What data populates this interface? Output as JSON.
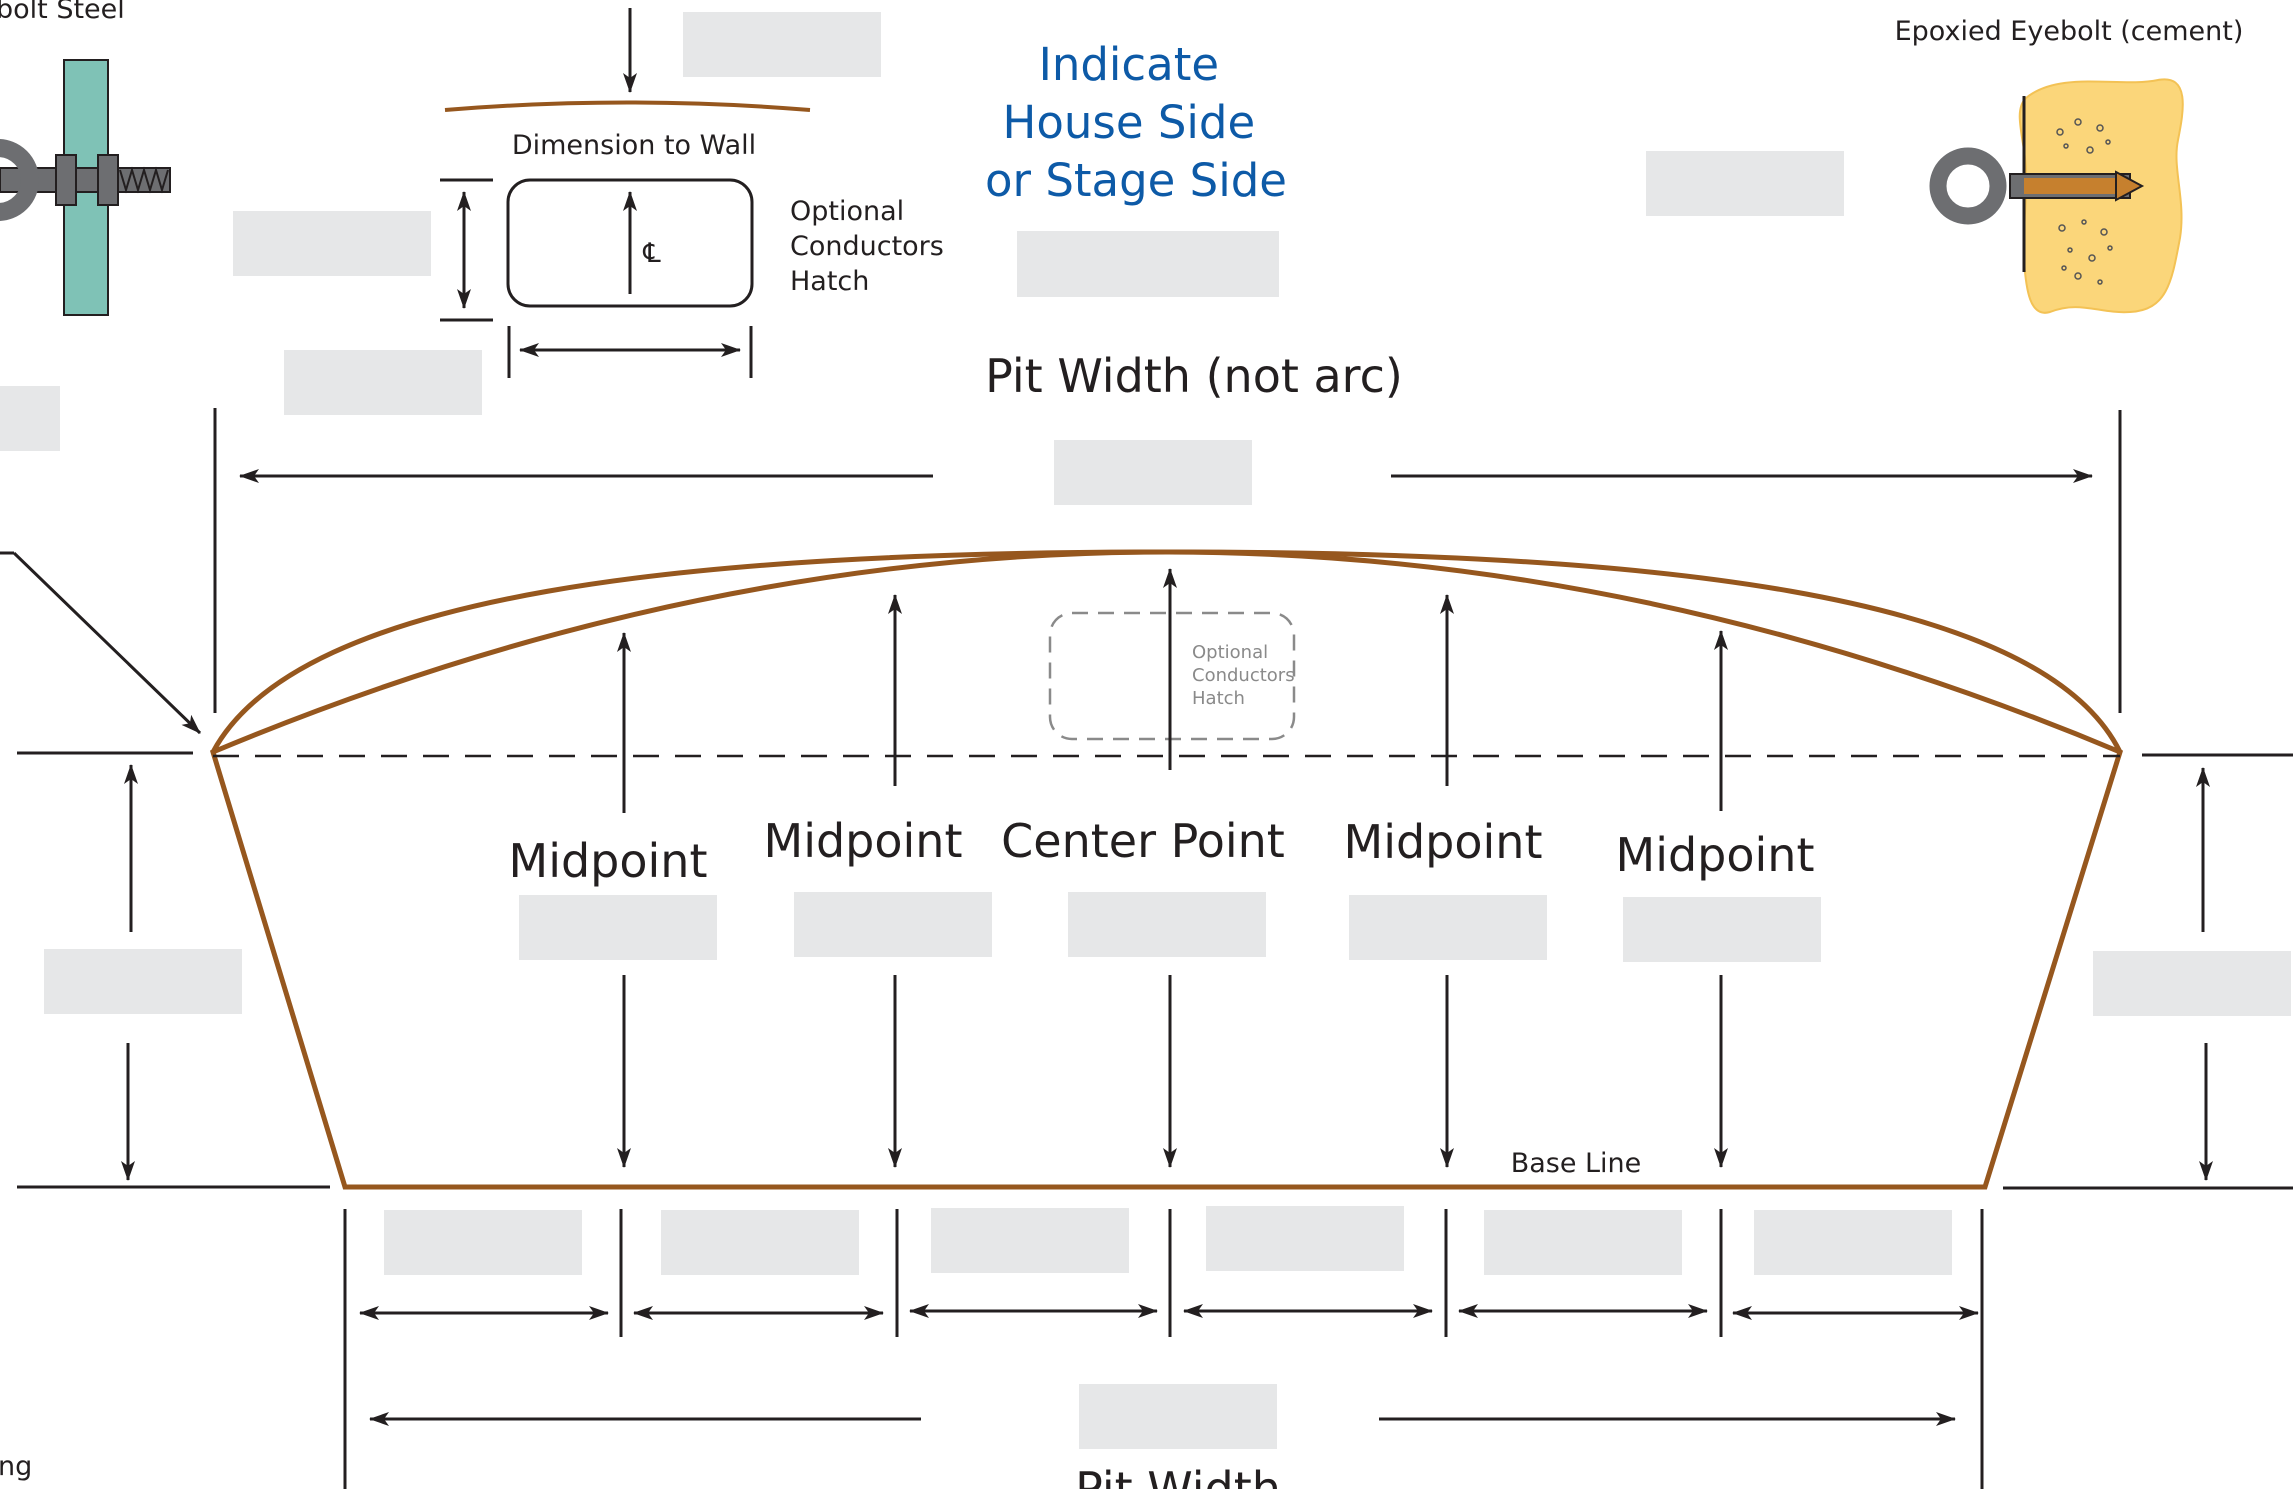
{
  "labels": {
    "eyebolt_steel": "bolt Steel",
    "epoxied_eyebolt": "Epoxied Eyebolt (cement)",
    "dimension_to_wall": "Dimension to Wall",
    "optional_hatch_top": [
      "Optional",
      "Conductors",
      "Hatch"
    ],
    "centerline_symbol": "℄",
    "indicate_side": [
      "Indicate",
      "House Side",
      "or Stage Side"
    ],
    "pit_width_not_arc": "Pit Width (not arc)",
    "optional_hatch_center": [
      "Optional",
      "Conductors",
      "Hatch"
    ],
    "midpoint_1": "Midpoint",
    "midpoint_2": "Midpoint",
    "center_point": "Center Point",
    "midpoint_3": "Midpoint",
    "midpoint_4": "Midpoint",
    "base_line": "Base Line",
    "pit_width_bottom": "Pit Width",
    "left_edge_fragment": "ng"
  },
  "colors": {
    "pit_outline": "#96571e",
    "input_field": "#e6e7e8",
    "accent_blue": "#0d5aa7",
    "steel_plate": "#7fc2b6",
    "cement": "#fbd67a",
    "bolt": "#6d6e71"
  }
}
